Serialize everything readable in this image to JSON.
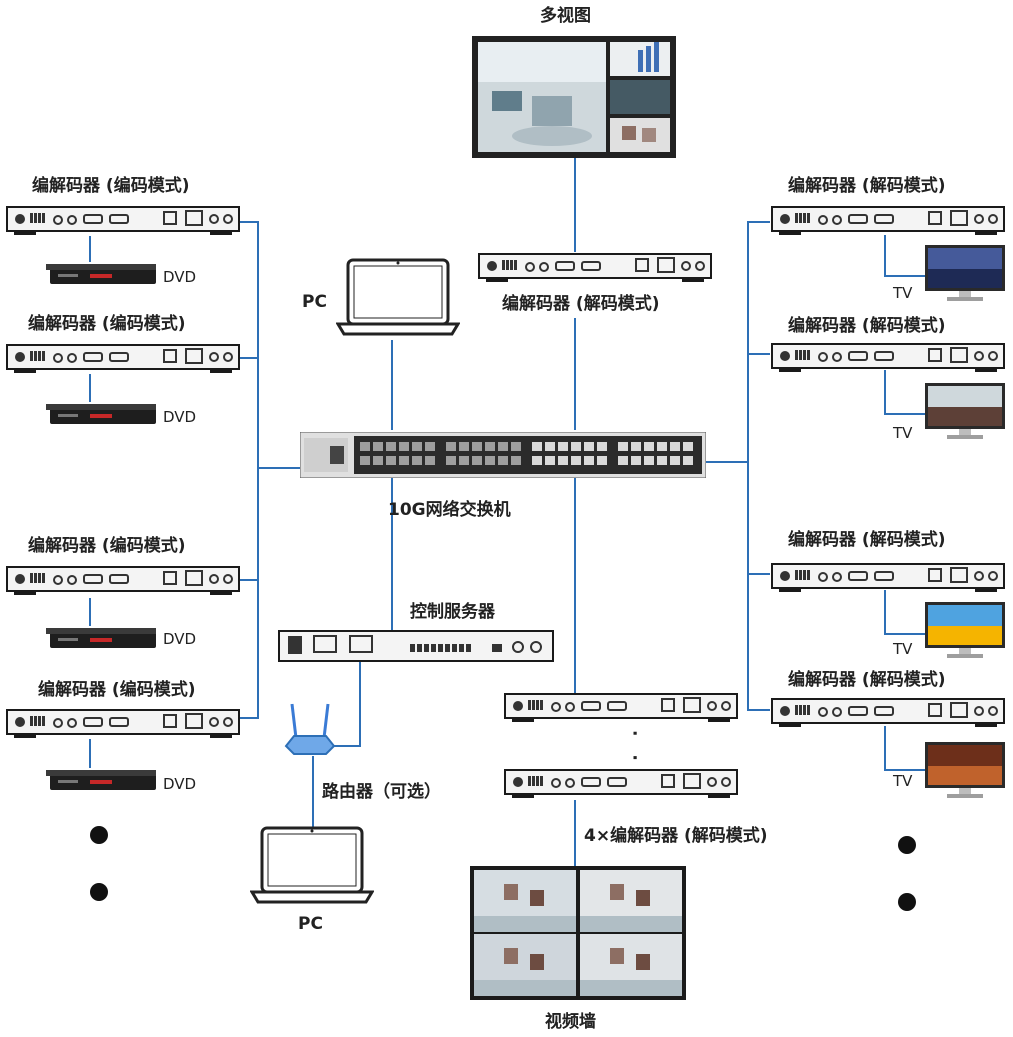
{
  "labels": {
    "multiview": "多视图",
    "encoder": "编解码器 (编码模式)",
    "decoder": "编解码器 (解码模式)",
    "dvd": "DVD",
    "tv": "TV",
    "pc": "PC",
    "switch": "10G网络交换机",
    "control_server": "控制服务器",
    "router": "路由器（可选）",
    "ellipsis": "·  ·",
    "quad_decoder": "4×编解码器 (解码模式)",
    "video_wall": "视频墙"
  },
  "colors": {
    "line": "#2d6fb6",
    "device": "#1a1a1a",
    "device_face": "#f2f2f2",
    "screen_frame": "#2a2a2a",
    "router": "#3a7bd5"
  },
  "icons": [
    "encoder-device-icon",
    "decoder-device-icon",
    "dvd-player-icon",
    "tv-monitor-icon",
    "laptop-icon",
    "network-switch-icon",
    "control-server-icon",
    "router-icon",
    "video-wall-icon"
  ]
}
